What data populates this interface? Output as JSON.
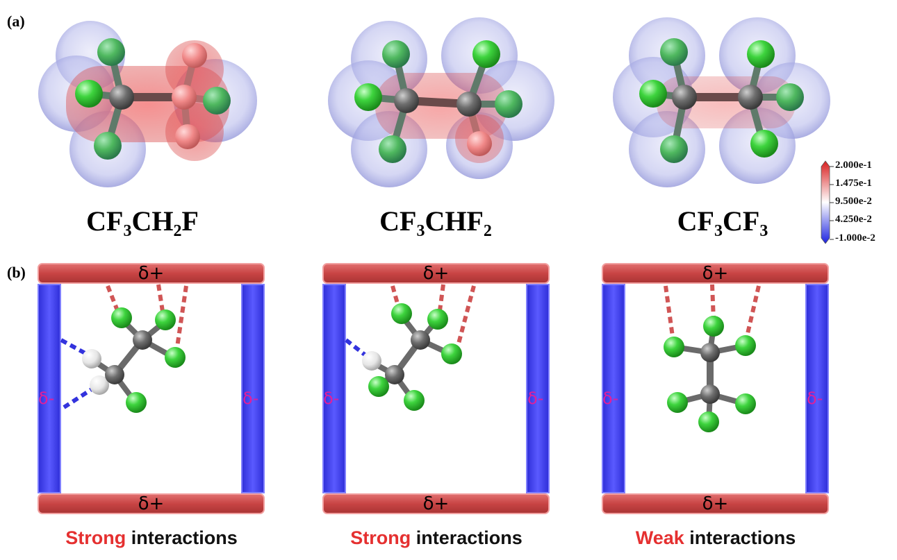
{
  "panel_a_label": "(a)",
  "panel_b_label": "(b)",
  "colorbar": {
    "ticks": [
      "2.000e-1",
      "1.475e-1",
      "9.500e-2",
      "4.250e-2",
      "-1.000e-2"
    ],
    "top_color": "#e0262a",
    "mid_color": "#ffffff",
    "bottom_color": "#1a2bd8"
  },
  "molecules": [
    {
      "formula_parts": [
        {
          "t": "CF"
        },
        {
          "s": "3"
        },
        {
          "t": "CH"
        },
        {
          "s": "2"
        },
        {
          "t": "F"
        }
      ]
    },
    {
      "formula_parts": [
        {
          "t": "CF"
        },
        {
          "s": "3"
        },
        {
          "t": "CHF"
        },
        {
          "s": "2"
        }
      ]
    },
    {
      "formula_parts": [
        {
          "t": "CF"
        },
        {
          "s": "3"
        },
        {
          "t": "CF"
        },
        {
          "s": "3"
        }
      ]
    }
  ],
  "frames": [
    {
      "top": "δ+",
      "bottom": "δ+",
      "left": "δ-",
      "right": "δ-",
      "caption_keyword": "Strong",
      "caption_rest": " interactions"
    },
    {
      "top": "δ+",
      "bottom": "δ+",
      "left": "δ-",
      "right": "δ-",
      "caption_keyword": "Strong",
      "caption_rest": " interactions"
    },
    {
      "top": "δ+",
      "bottom": "δ+",
      "left": "δ-",
      "right": "δ-",
      "caption_keyword": "Weak",
      "caption_rest": " interactions"
    }
  ],
  "colors": {
    "positive_bar": "#cc4a4a",
    "negative_bar": "#3a3ae0",
    "fluorine": "#3ecf3e",
    "carbon": "#6a6a6a",
    "hydrogen": "#eeeeee",
    "delta_minus_text": "#e0209a",
    "keyword": "#e53030"
  }
}
